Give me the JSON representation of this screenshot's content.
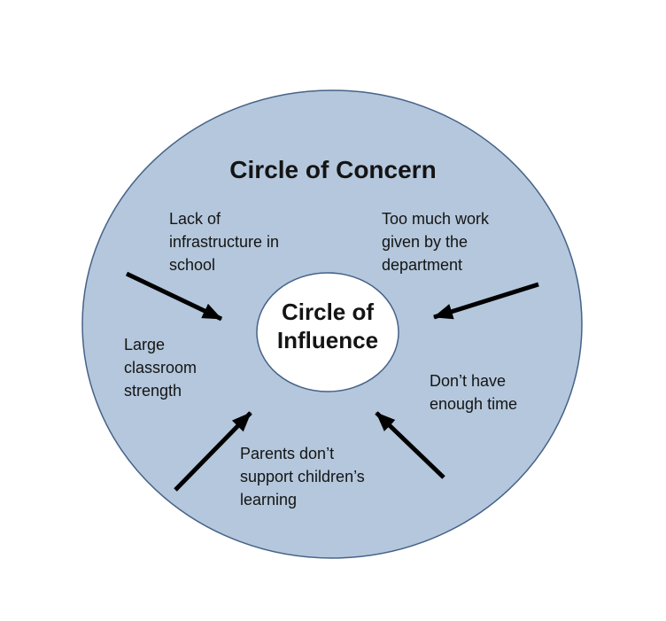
{
  "diagram": {
    "title": "Circle of Concern",
    "center_label": "Circle of\nInfluence",
    "concerns": [
      "Lack of\ninfrastructure in\nschool",
      "Too much work\ngiven by the\ndepartment",
      "Large\nclassroom\nstrength",
      "Don’t have\nenough time",
      "Parents don’t\nsupport children’s\nlearning"
    ]
  },
  "colors": {
    "background": "#ffffff",
    "concern-fill": "#b4c7dc",
    "influence-fill": "#ffffff",
    "circle-stroke": "#466288",
    "arrow": "#000000",
    "text": "#141414"
  }
}
